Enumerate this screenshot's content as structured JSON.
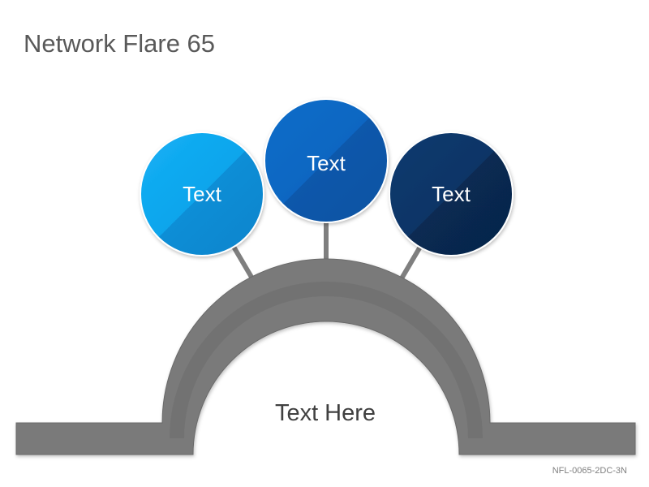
{
  "title": "Network Flare 65",
  "nodes": [
    {
      "label": "Text",
      "color": "#0ea5ec"
    },
    {
      "label": "Text",
      "color": "#0a66c2"
    },
    {
      "label": "Text",
      "color": "#0b3566"
    }
  ],
  "center_label": "Text Here",
  "footer_code": "NFL-0065-2DC-3N",
  "colors": {
    "arch": "#7f7f7f",
    "arch_inner": "#6b6b6b",
    "connector": "#7f7f7f",
    "title": "#595959"
  }
}
